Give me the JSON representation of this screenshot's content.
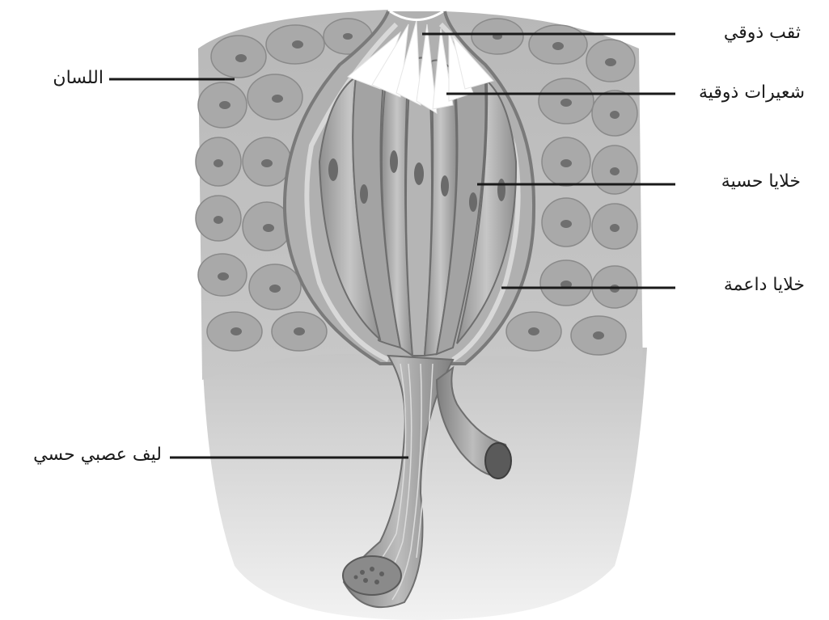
{
  "labels": {
    "tongue": "اللسان",
    "taste_pore": "ثقب ذوقي",
    "taste_hairs": "شعيرات ذوقية",
    "sensory_cells": "خلايا حسية",
    "supporting_cells": "خلايا داعمة",
    "sensory_nerve_fiber": "ليف عصبي حسي"
  }
}
